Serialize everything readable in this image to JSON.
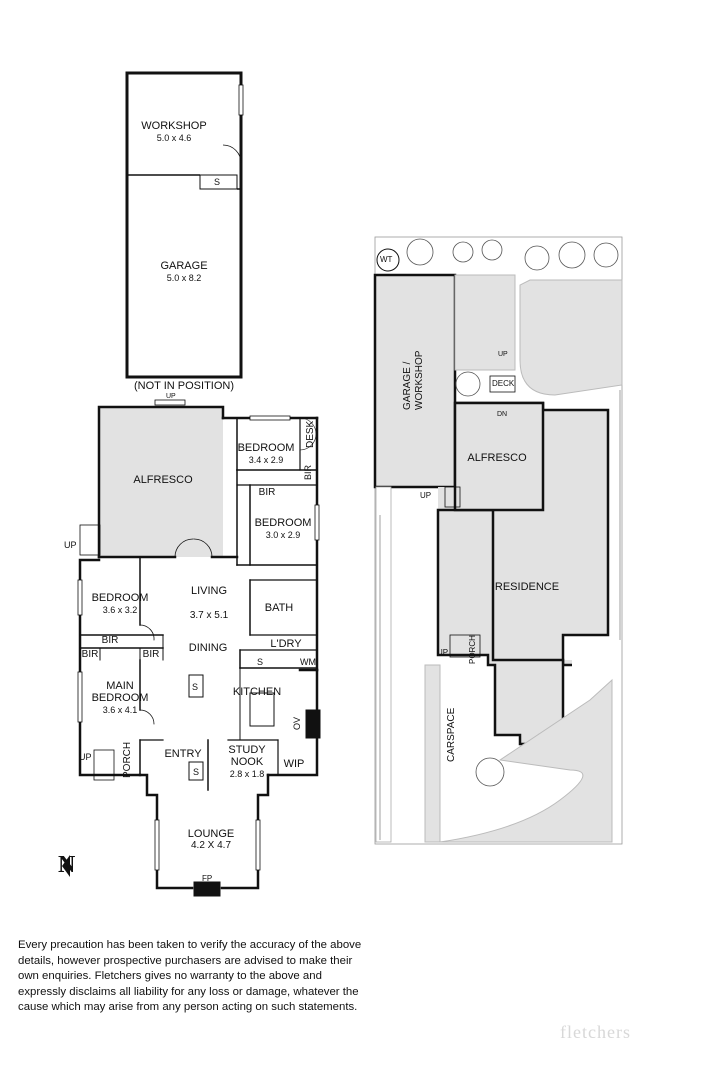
{
  "floorplan": {
    "rooms": {
      "workshop": {
        "name": "WORKSHOP",
        "dim": "5.0 x 4.6"
      },
      "garage": {
        "name": "GARAGE",
        "dim": "5.0 x 8.2"
      },
      "garage_note": "(NOT IN POSITION)",
      "alfresco": {
        "name": "ALFRESCO"
      },
      "bedroom_top": {
        "name": "BEDROOM",
        "dim": "3.4 x 2.9"
      },
      "bedroom_mid": {
        "name": "BEDROOM",
        "dim": "3.0 x 2.9"
      },
      "bedroom_left": {
        "name": "BEDROOM",
        "dim": "3.6 x 3.2"
      },
      "main_bedroom": {
        "name": "MAIN\nBEDROOM",
        "dim": "3.6 x 4.1"
      },
      "living": {
        "name": "LIVING",
        "dim": "3.7 x 5.1"
      },
      "dining": {
        "name": "DINING"
      },
      "bath": {
        "name": "BATH"
      },
      "laundry": {
        "name": "L'DRY"
      },
      "kitchen": {
        "name": "KITCHEN"
      },
      "study": {
        "name": "STUDY\nNOOK",
        "dim": "2.8 x 1.8"
      },
      "entry": {
        "name": "ENTRY"
      },
      "wip": {
        "name": "WIP"
      },
      "lounge": {
        "name": "LOUNGE",
        "dim": "4.2 X 4.7"
      },
      "porch": {
        "name": "PORCH"
      }
    },
    "small_labels": {
      "up": "UP",
      "s": "S",
      "bir": "BIR",
      "desk": "DESK",
      "wm": "WM",
      "ov": "OV",
      "fp": "FP"
    }
  },
  "siteplan": {
    "wt": "WT",
    "garage_workshop": "GARAGE /\nWORKSHOP",
    "alfresco": "ALFRESCO",
    "residence": "RESIDENCE",
    "carspace": "CARSPACE",
    "porch": "PORCH",
    "deck": "DECK",
    "up": "UP",
    "dn": "DN"
  },
  "north_letter": "N",
  "disclaimer": "Every precaution has been taken to verify the accuracy of the above details, however prospective purchasers are advised to make their own enquiries. Fletchers gives no warranty to the above and expressly disclaims all liability for any loss or damage, whatever the cause which may arise from any person acting on such statements.",
  "brand": "fletchers"
}
